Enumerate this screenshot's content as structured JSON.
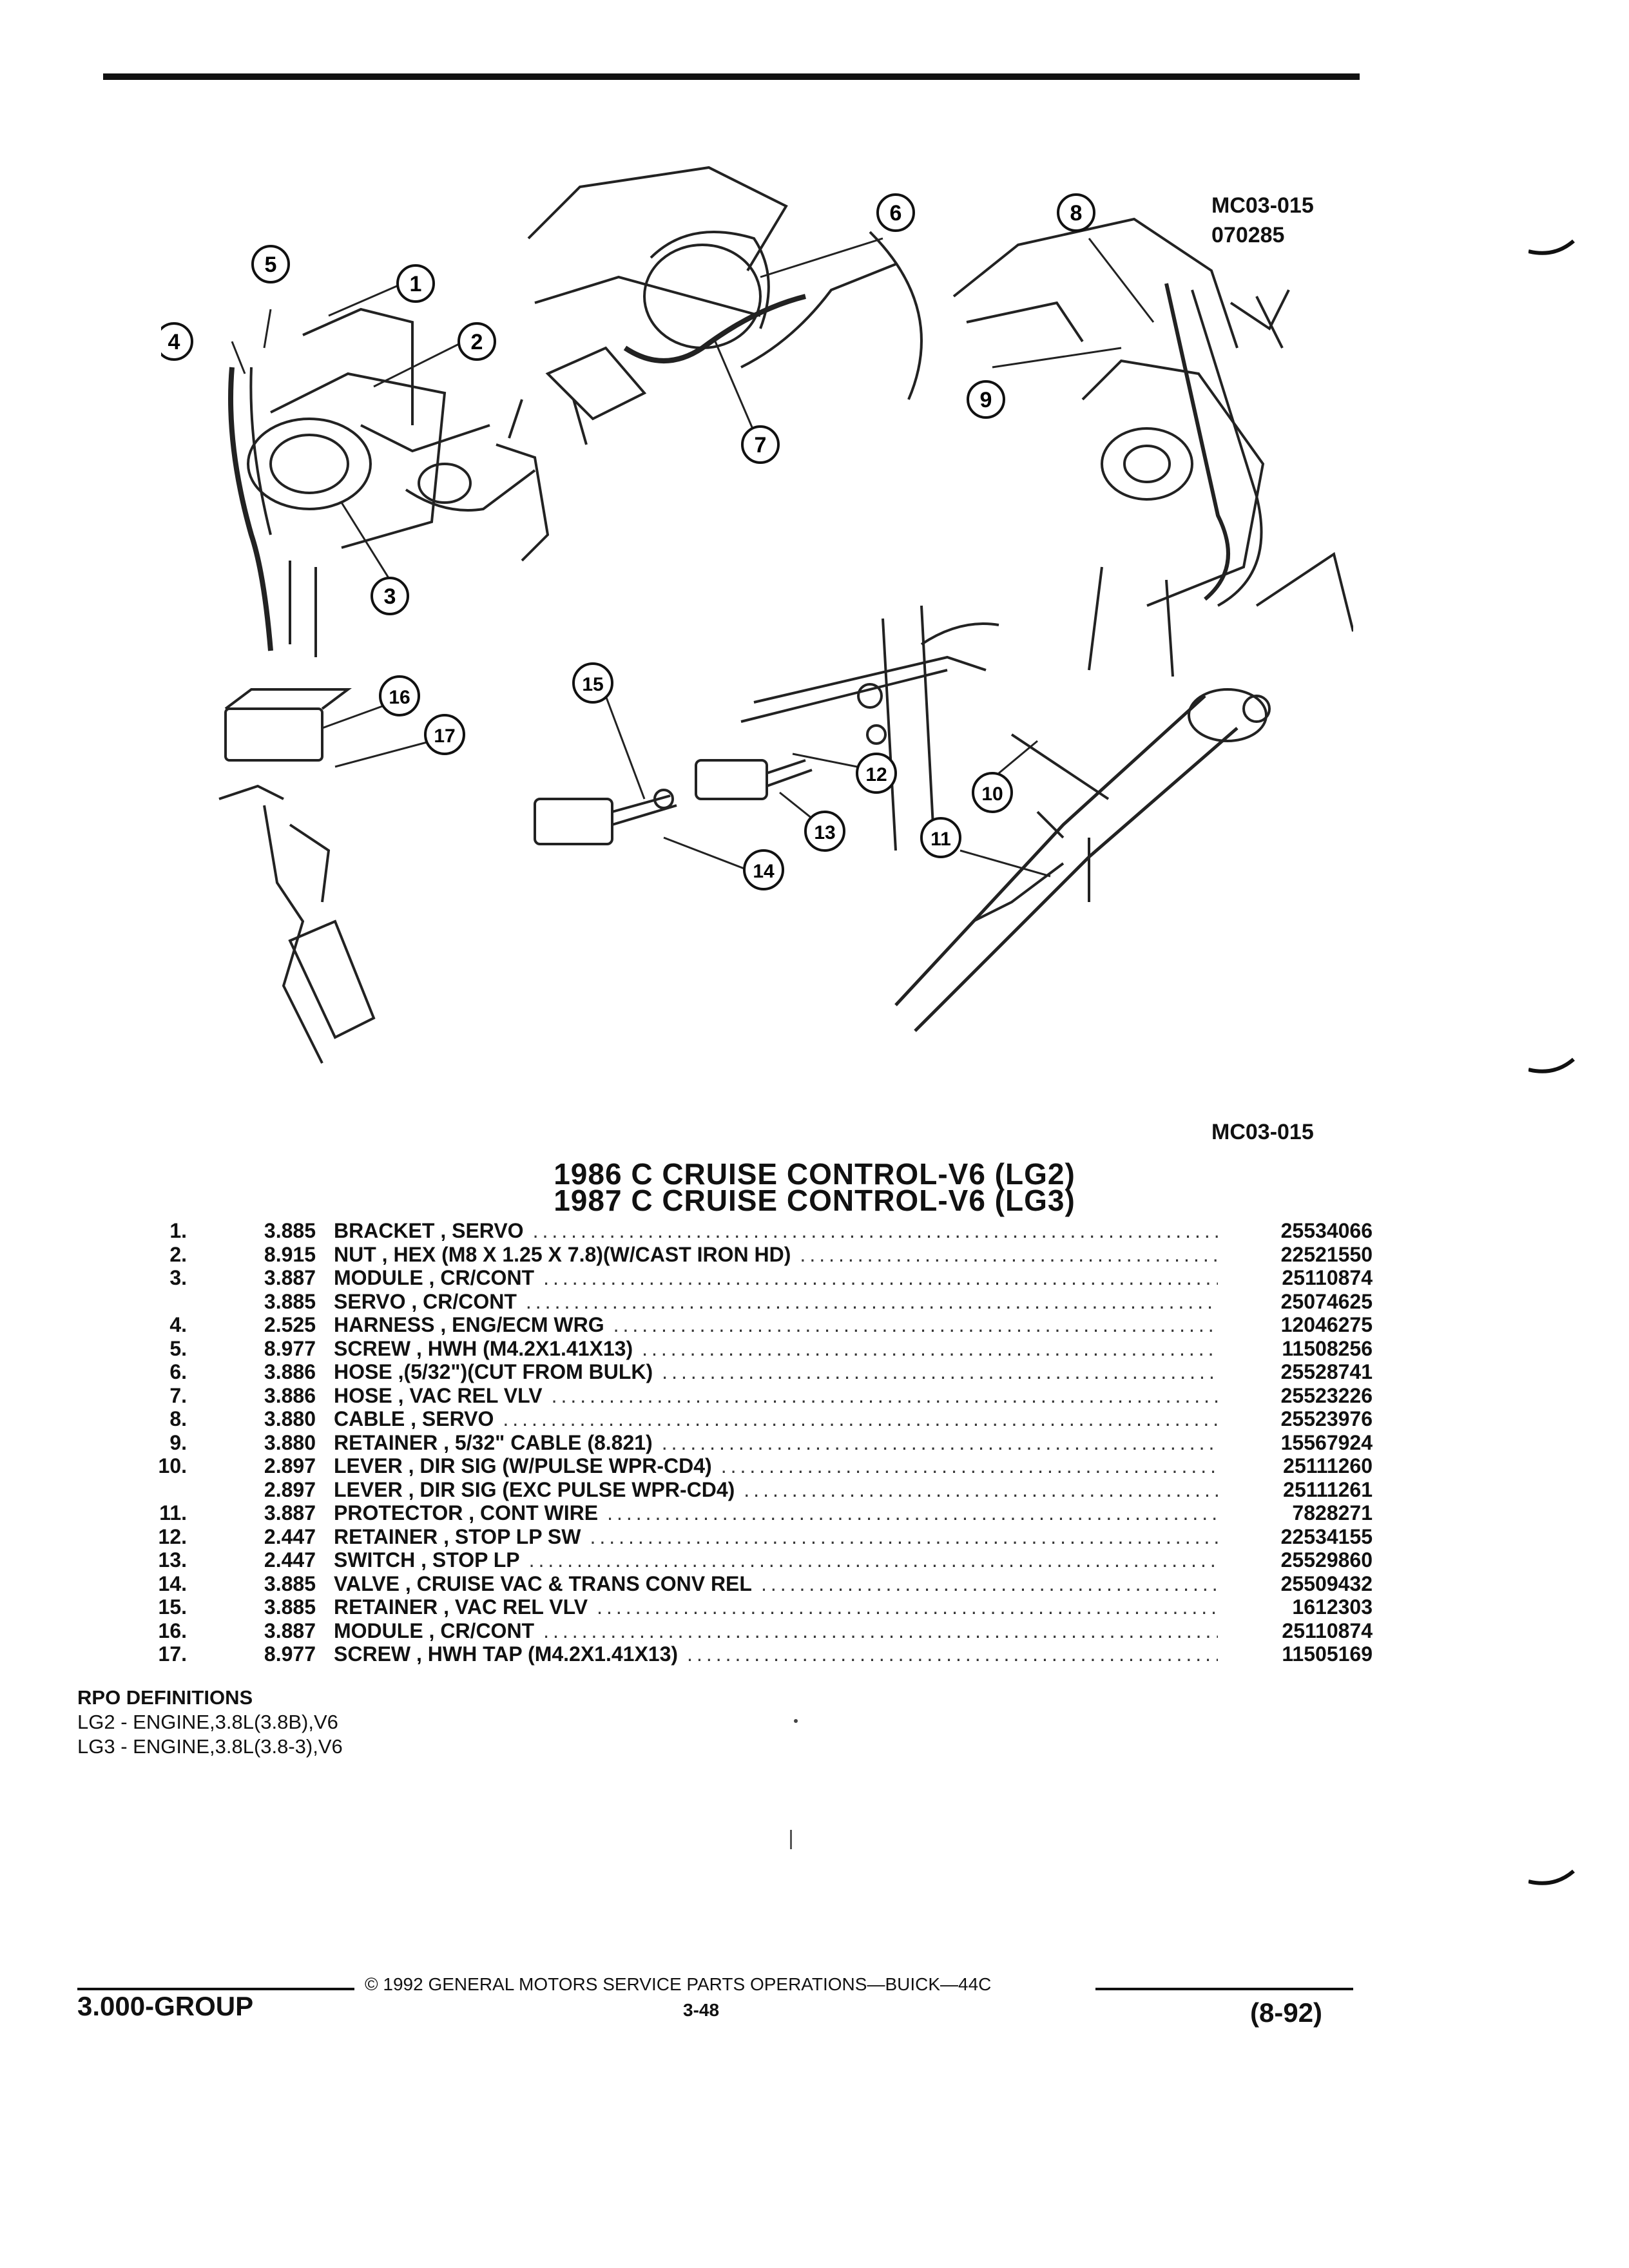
{
  "figure": {
    "id_top": "MC03-015",
    "date_code": "070285",
    "id_bottom": "MC03-015",
    "callouts": [
      "1",
      "2",
      "3",
      "4",
      "5",
      "6",
      "7",
      "8",
      "9",
      "10",
      "11",
      "12",
      "13",
      "14",
      "15",
      "16",
      "17"
    ]
  },
  "titles": {
    "line1": "1986 C CRUISE CONTROL-V6 (LG2)",
    "line2": "1987 C CRUISE CONTROL-V6 (LG3)"
  },
  "parts": [
    {
      "num": "1.",
      "group": "3.885",
      "desc": "BRACKET , SERVO",
      "pn": "25534066"
    },
    {
      "num": "2.",
      "group": "8.915",
      "desc": "NUT , HEX (M8 X 1.25 X 7.8)(W/CAST IRON HD)",
      "pn": "22521550"
    },
    {
      "num": "3.",
      "group": "3.887",
      "desc": "MODULE , CR/CONT",
      "pn": "25110874"
    },
    {
      "num": "",
      "group": "3.885",
      "desc": "SERVO , CR/CONT",
      "pn": "25074625"
    },
    {
      "num": "4.",
      "group": "2.525",
      "desc": "HARNESS , ENG/ECM WRG",
      "pn": "12046275"
    },
    {
      "num": "5.",
      "group": "8.977",
      "desc": "SCREW , HWH (M4.2X1.41X13)",
      "pn": "11508256"
    },
    {
      "num": "6.",
      "group": "3.886",
      "desc": "HOSE ,(5/32\")(CUT FROM BULK)",
      "pn": "25528741"
    },
    {
      "num": "7.",
      "group": "3.886",
      "desc": "HOSE , VAC REL VLV",
      "pn": "25523226"
    },
    {
      "num": "8.",
      "group": "3.880",
      "desc": "CABLE , SERVO",
      "pn": "25523976"
    },
    {
      "num": "9.",
      "group": "3.880",
      "desc": "RETAINER , 5/32\" CABLE (8.821)",
      "pn": "15567924"
    },
    {
      "num": "10.",
      "group": "2.897",
      "desc": "LEVER , DIR SIG (W/PULSE WPR-CD4)",
      "pn": "25111260"
    },
    {
      "num": "",
      "group": "2.897",
      "desc": "LEVER , DIR SIG (EXC PULSE WPR-CD4)",
      "pn": "25111261"
    },
    {
      "num": "11.",
      "group": "3.887",
      "desc": "PROTECTOR , CONT WIRE",
      "pn": "7828271"
    },
    {
      "num": "12.",
      "group": "2.447",
      "desc": "RETAINER , STOP LP SW",
      "pn": "22534155"
    },
    {
      "num": "13.",
      "group": "2.447",
      "desc": "SWITCH , STOP LP",
      "pn": "25529860"
    },
    {
      "num": "14.",
      "group": "3.885",
      "desc": "VALVE , CRUISE VAC & TRANS CONV REL",
      "pn": "25509432"
    },
    {
      "num": "15.",
      "group": "3.885",
      "desc": "RETAINER , VAC REL VLV",
      "pn": "1612303"
    },
    {
      "num": "16.",
      "group": "3.887",
      "desc": "MODULE , CR/CONT",
      "pn": "25110874"
    },
    {
      "num": "17.",
      "group": "8.977",
      "desc": "SCREW , HWH TAP (M4.2X1.41X13)",
      "pn": "11505169"
    }
  ],
  "rpo": {
    "heading": "RPO DEFINITIONS",
    "lines": [
      "LG2 - ENGINE,3.8L(3.8B),V6",
      "LG3 - ENGINE,3.8L(3.8-3),V6"
    ]
  },
  "footer": {
    "copyright": "© 1992 GENERAL MOTORS SERVICE PARTS OPERATIONS—BUICK—44C",
    "group": "3.000-GROUP",
    "page": "3-48",
    "date": "(8-92)"
  }
}
